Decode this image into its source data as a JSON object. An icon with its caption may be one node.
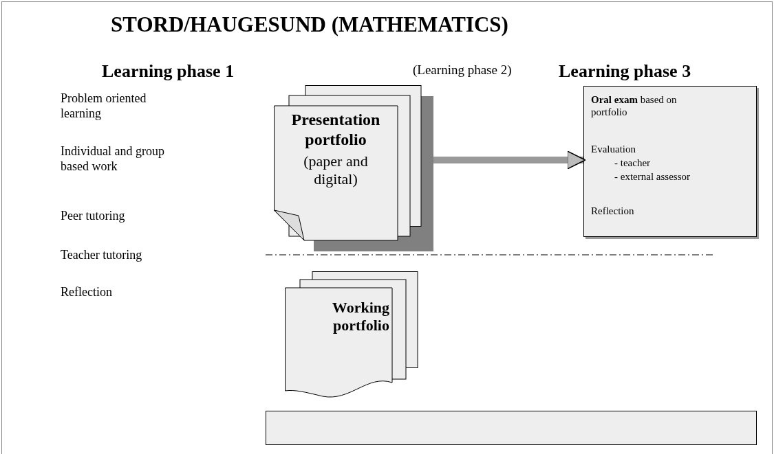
{
  "diagram": {
    "title": "STORD/HAUGESUND (MATHEMATICS)",
    "nodes": [
      {
        "text": [
          "Presentation portfolio",
          "(paper and digital)"
        ]
      },
      {
        "text": [
          "**Oral exam** based on portfolio",
          "Evaluation",
          "- teacher",
          "- external assessor",
          "Reflection"
        ]
      },
      {
        "text": [
          "Working portfolio"
        ]
      },
      {
        "text": [],
        "shape": "box"
      }
    ],
    "edges": [
      {
        "from": 0,
        "to": 1,
        "arrow": "to"
      }
    ],
    "labels": [
      "Learning phase 1",
      "(Learning phase 2)",
      "Learning phase 3",
      "Problem oriented learning",
      "Individual and group based work",
      "Peer tutoring",
      "Teacher tutoring",
      "Reflection"
    ]
  }
}
